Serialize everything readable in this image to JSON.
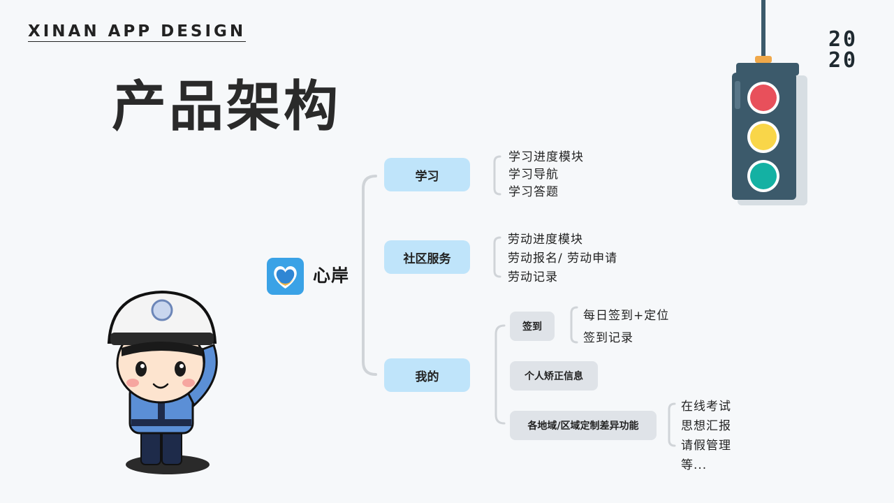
{
  "brand": "XINAN APP DESIGN",
  "year": "2020",
  "title": "产品架构",
  "app": {
    "name": "心岸"
  },
  "branches": [
    {
      "label": "学习",
      "items": [
        "学习进度模块",
        "学习导航",
        "学习答题"
      ]
    },
    {
      "label": "社区服务",
      "items": [
        "劳动进度模块",
        "劳动报名/ 劳动申请",
        "劳动记录"
      ]
    },
    {
      "label": "我的",
      "children": [
        {
          "label": "签到",
          "items": [
            "每日签到+定位",
            "签到记录"
          ]
        },
        {
          "label": "个人矫正信息"
        },
        {
          "label": "各地域/区域定制差异功能",
          "items": [
            "在线考试",
            "思想汇报",
            "请假管理",
            "等..."
          ]
        }
      ]
    }
  ],
  "colors": {
    "node_bg": "#bfe4fa",
    "sub_bg": "#dfe3e8",
    "connector": "#d0d4d8",
    "traffic_red": "#e8505b",
    "traffic_yellow": "#f9d649",
    "traffic_green": "#14b1a3",
    "traffic_body": "#3c5a6b"
  }
}
